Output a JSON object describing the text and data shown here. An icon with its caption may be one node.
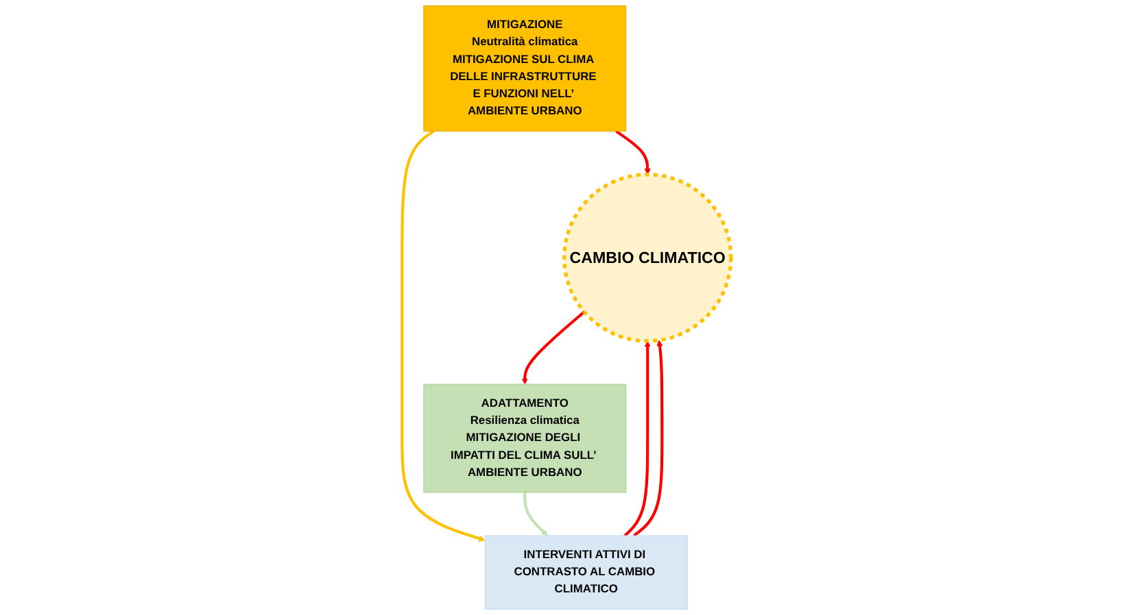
{
  "diagram": {
    "nodes": [
      {
        "text": [
          "MITIGAZIONE",
          "Neutralità climatica",
          "MITIGAZIONE SUL CLIMA DELLE INFRASTRUTTURE E FUNZIONI NELL’ AMBIENTE URBANO"
        ]
      },
      {
        "text": [
          "CAMBIO CLIMATICO"
        ]
      },
      {
        "text": [
          "ADATTAMENTO",
          "Resilienza climatica",
          "MITIGAZIONE DEGLI IMPATTI DEL CLIMA SULL’ AMBIENTE URBANO"
        ]
      },
      {
        "text": [
          "INTERVENTI ATTIVI DI CONTRASTO AL CAMBIO CLIMATICO"
        ]
      }
    ],
    "edges": [
      {
        "from": 0,
        "to": 1,
        "arrow": "to"
      },
      {
        "from": 1,
        "to": 2,
        "arrow": "to"
      },
      {
        "from": 3,
        "to": 1,
        "arrow": "to"
      },
      {
        "from": 3,
        "to": 1,
        "arrow": "to"
      },
      {
        "from": 0,
        "to": 3,
        "arrow": "to",
        "color": "#ffc000"
      },
      {
        "from": 2,
        "to": 3,
        "arrow": "to",
        "color": "#c5e0b4"
      }
    ]
  }
}
